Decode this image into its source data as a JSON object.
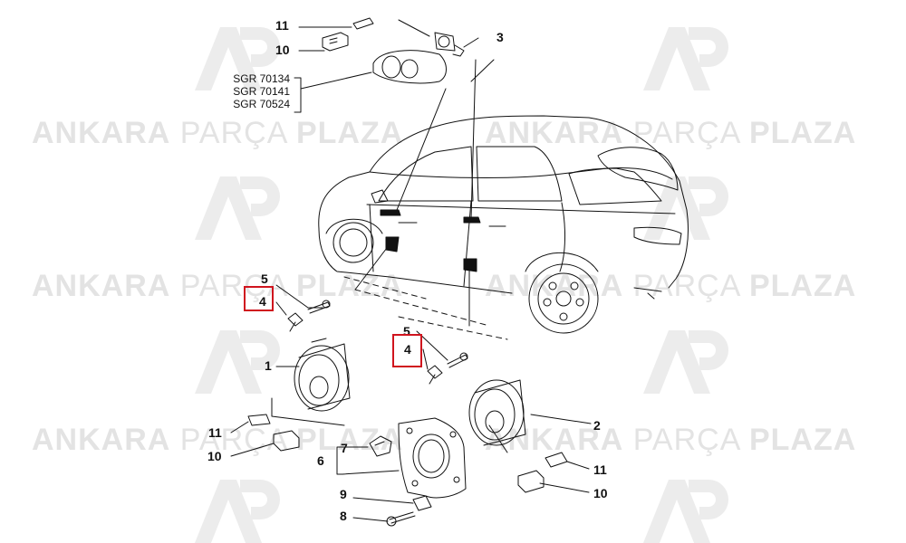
{
  "watermark": {
    "brand_bold_1": "ANKARA",
    "brand_light": "PARÇA",
    "brand_bold_2": "PLAZA",
    "logo_letters": "AP"
  },
  "callouts": {
    "n1": "1",
    "n2": "2",
    "n3": "3",
    "n4a": "4",
    "n4b": "4",
    "n5a": "5",
    "n5b": "5",
    "n6": "6",
    "n7": "7",
    "n8": "8",
    "n9": "9",
    "n10a": "10",
    "n10b": "10",
    "n10c": "10",
    "n11a": "11",
    "n11b": "11",
    "n11c": "11"
  },
  "sgr_codes": [
    "SGR 70134",
    "SGR 70141",
    "SGR 70524"
  ],
  "colors": {
    "highlight": "#d0141e",
    "line": "#111111",
    "watermark": "#e3e3e3"
  }
}
